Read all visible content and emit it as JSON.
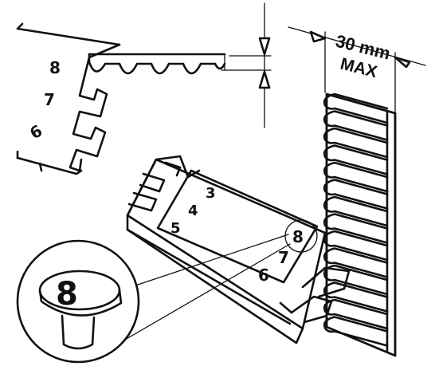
{
  "dimension": {
    "value_label": "30 mm",
    "limit_label": "MAX"
  },
  "upper_gauge": {
    "numbers": [
      "8",
      "7",
      "6"
    ]
  },
  "lower_gauge": {
    "numbers_left": [
      "3",
      "4",
      "5"
    ],
    "numbers_right": [
      "8",
      "7",
      "6"
    ]
  },
  "callout": {
    "number": "8"
  }
}
